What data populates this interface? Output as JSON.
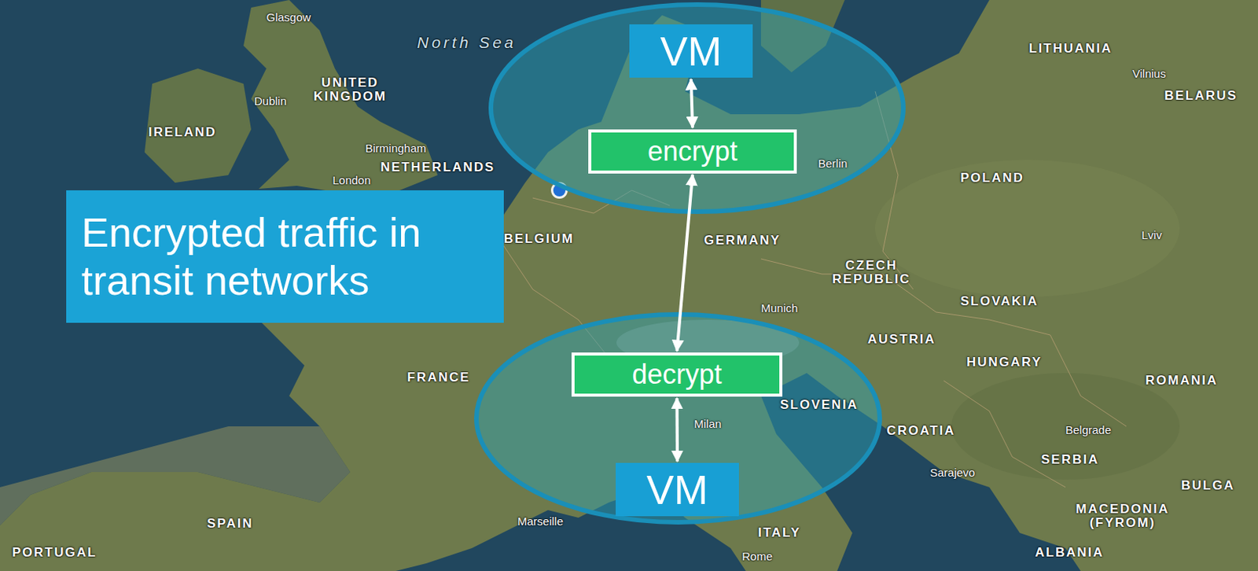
{
  "diagram": {
    "nodes": [
      {
        "text": []
      },
      {
        "text": [
          "VM"
        ],
        "in": 0
      },
      {
        "text": [
          "encrypt"
        ],
        "in": 0
      },
      {
        "text": [
          "Encrypted traffic in transit networks"
        ]
      },
      {
        "text": []
      },
      {
        "text": [
          "decrypt"
        ],
        "in": 4
      },
      {
        "text": [
          "VM"
        ],
        "in": 4
      }
    ],
    "edges": [
      {
        "from": 1,
        "to": 2,
        "arrow": "both"
      },
      {
        "from": 2,
        "to": 5,
        "arrow": "both"
      },
      {
        "from": 5,
        "to": 6,
        "arrow": "both"
      }
    ],
    "labels": [
      "Glasgow",
      "North Sea",
      "UNITED KINGDOM",
      "Dublin",
      "IRELAND",
      "Birmingham",
      "London",
      "NETHERLANDS",
      "BELGIUM",
      "GERMANY",
      "Berlin",
      "POLAND",
      "LITHUANIA",
      "Vilnius",
      "BELARUS",
      "CZECH REPUBLIC",
      "SLOVAKIA",
      "Lviv",
      "Munich",
      "AUSTRIA",
      "HUNGARY",
      "ROMANIA",
      "FRANCE",
      "SLOVENIA",
      "CROATIA",
      "Milan",
      "Belgrade",
      "SERBIA",
      "Sarajevo",
      "BULGA",
      "MACEDONIA (FYROM)",
      "ALBANIA",
      "ITALY",
      "Rome",
      "Marseille",
      "SPAIN",
      "PORTUGAL"
    ]
  }
}
